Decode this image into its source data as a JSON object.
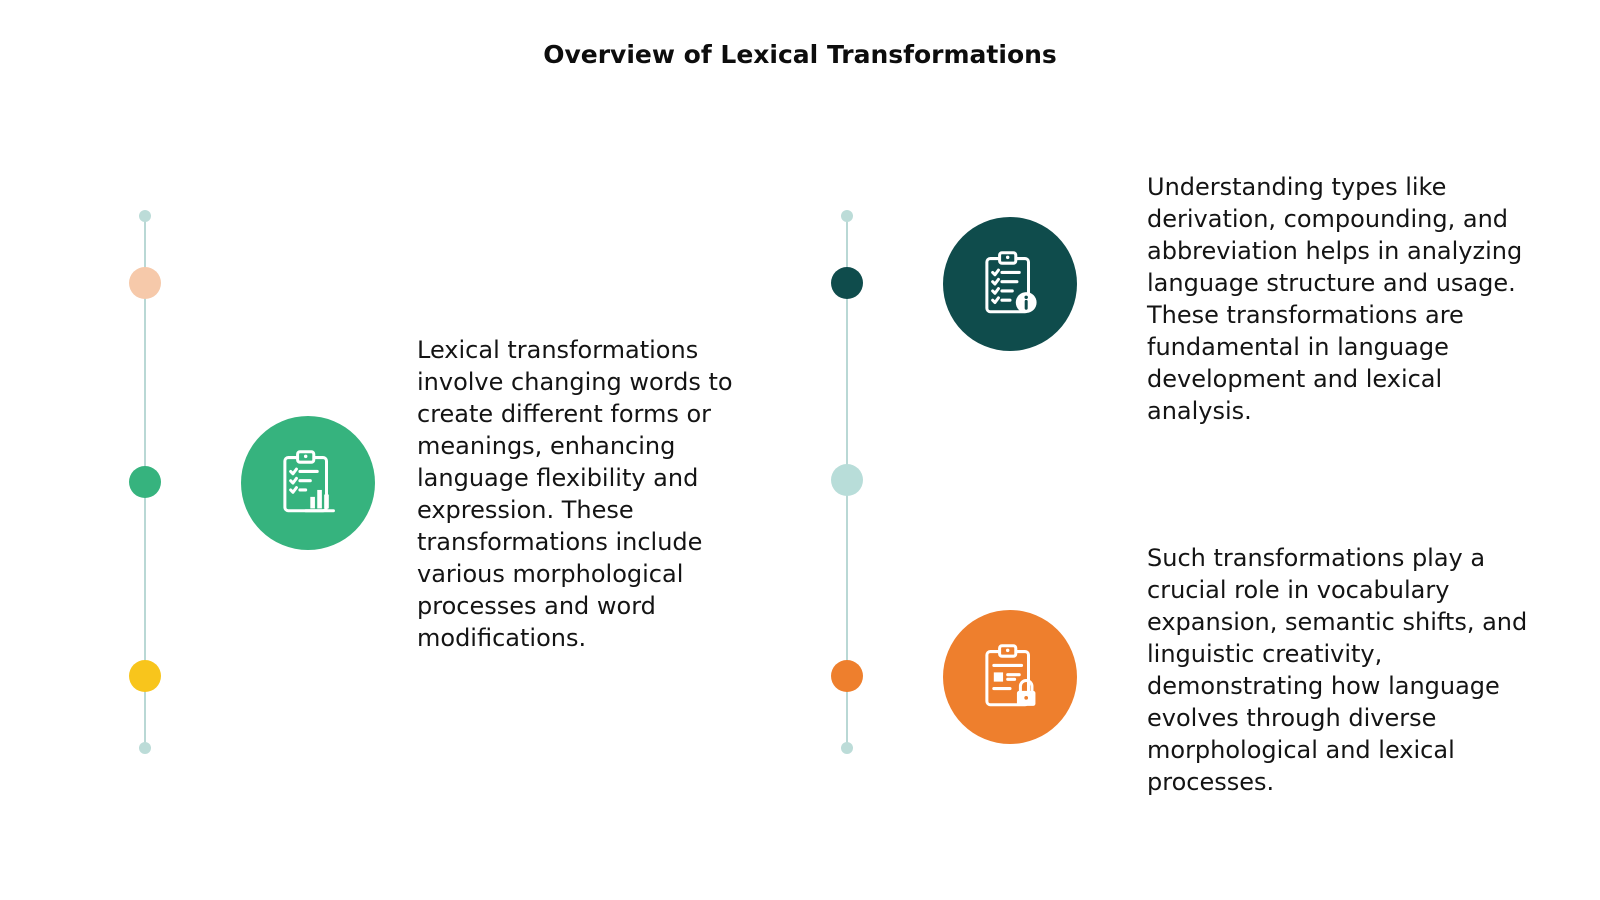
{
  "title": "Overview of Lexical Transformations",
  "colors": {
    "green": "#36b37e",
    "dark_teal": "#0f4c4c",
    "orange": "#ee7f2d",
    "peach": "#f6c9aa",
    "yellow": "#f8c51c",
    "light_teal": "#b8ddd9",
    "timeline_line": "#b9d8d5"
  },
  "left_column": {
    "timeline_dots": [
      "peach",
      "green",
      "yellow"
    ],
    "card": {
      "icon": "clipboard-chart-icon",
      "color": "green",
      "text": "Lexical transformations involve changing words to create different forms or meanings, enhancing language flexibility and expression. These transformations include various morphological processes and word modifications."
    }
  },
  "right_column": {
    "timeline_dots": [
      "dark_teal",
      "light_teal",
      "orange"
    ],
    "cards": [
      {
        "icon": "clipboard-info-icon",
        "color": "dark_teal",
        "text": "Understanding types like derivation, compounding, and abbreviation helps in analyzing language structure and usage. These transformations are fundamental in language development and lexical analysis."
      },
      {
        "icon": "clipboard-lock-icon",
        "color": "orange",
        "text": "Such transformations play a crucial role in vocabulary expansion, semantic shifts, and linguistic creativity, demonstrating how language evolves through diverse morphological and lexical processes."
      }
    ]
  }
}
